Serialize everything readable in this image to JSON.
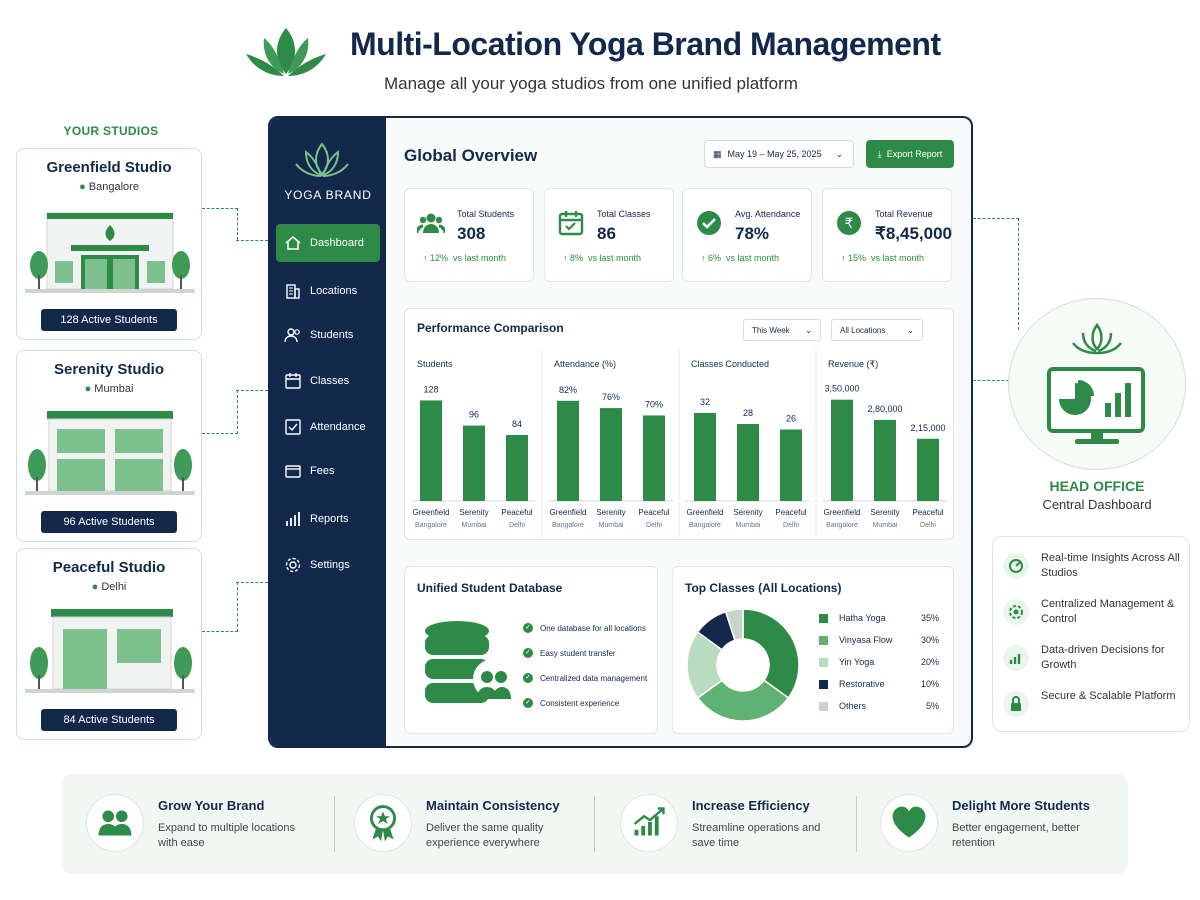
{
  "header": {
    "title": "Multi-Location Yoga Brand Management",
    "subtitle": "Manage all your yoga studios from one unified platform"
  },
  "studios": {
    "label": "YOUR STUDIOS",
    "items": [
      {
        "name": "Greenfield Studio",
        "city": "Bangalore",
        "badge": "128 Active Students"
      },
      {
        "name": "Serenity Studio",
        "city": "Mumbai",
        "badge": "96 Active Students"
      },
      {
        "name": "Peaceful Studio",
        "city": "Delhi",
        "badge": "84 Active Students"
      }
    ]
  },
  "sidebar": {
    "brand": "YOGA BRAND",
    "items": [
      {
        "label": "Dashboard",
        "icon": "home-icon",
        "active": true
      },
      {
        "label": "Locations",
        "icon": "building-icon"
      },
      {
        "label": "Students",
        "icon": "users-icon"
      },
      {
        "label": "Classes",
        "icon": "calendar-icon"
      },
      {
        "label": "Attendance",
        "icon": "check-square-icon"
      },
      {
        "label": "Fees",
        "icon": "wallet-icon"
      },
      {
        "label": "Reports",
        "icon": "bar-chart-icon"
      },
      {
        "label": "Settings",
        "icon": "gear-icon"
      }
    ]
  },
  "overview": {
    "title": "Global Overview",
    "date_range": "May 19 – May 25, 2025",
    "export_label": "Export Report"
  },
  "kpis": [
    {
      "label": "Total Students",
      "value": "308",
      "change": "12%",
      "suffix": "vs last month",
      "icon": "users-icon"
    },
    {
      "label": "Total Classes",
      "value": "86",
      "change": "8%",
      "suffix": "vs last month",
      "icon": "calendar-icon"
    },
    {
      "label": "Avg. Attendance",
      "value": "78%",
      "change": "6%",
      "suffix": "vs last month",
      "icon": "check-circle-icon"
    },
    {
      "label": "Total Revenue",
      "value": "₹8,45,000",
      "change": "15%",
      "suffix": "vs last month",
      "icon": "rupee-icon"
    }
  ],
  "performance": {
    "title": "Performance Comparison",
    "period": "This Week",
    "location_filter": "All Locations"
  },
  "chart_data": [
    {
      "type": "bar",
      "title": "Students",
      "categories": [
        "Greenfield",
        "Serenity",
        "Peaceful"
      ],
      "sublabels": [
        "Bangalore",
        "Mumbai",
        "Delhi"
      ],
      "values": [
        128,
        96,
        84
      ],
      "labels": [
        "128",
        "96",
        "84"
      ],
      "ylim": [
        0,
        140
      ]
    },
    {
      "type": "bar",
      "title": "Attendance (%)",
      "categories": [
        "Greenfield",
        "Serenity",
        "Peaceful"
      ],
      "sublabels": [
        "Bangalore",
        "Mumbai",
        "Delhi"
      ],
      "values": [
        82,
        76,
        70
      ],
      "labels": [
        "82%",
        "76%",
        "70%"
      ],
      "ylim": [
        0,
        90
      ]
    },
    {
      "type": "bar",
      "title": "Classes Conducted",
      "categories": [
        "Greenfield",
        "Serenity",
        "Peaceful"
      ],
      "sublabels": [
        "Bangalore",
        "Mumbai",
        "Delhi"
      ],
      "values": [
        32,
        28,
        26
      ],
      "labels": [
        "32",
        "28",
        "26"
      ],
      "ylim": [
        0,
        40
      ]
    },
    {
      "type": "bar",
      "title": "Revenue (₹)",
      "categories": [
        "Greenfield",
        "Serenity",
        "Peaceful"
      ],
      "sublabels": [
        "Bangalore",
        "Mumbai",
        "Delhi"
      ],
      "values": [
        350000,
        280000,
        215000
      ],
      "labels": [
        "3,50,000",
        "2,80,000",
        "2,15,000"
      ],
      "ylim": [
        0,
        380000
      ]
    },
    {
      "type": "pie",
      "title": "Top Classes (All Locations)",
      "categories": [
        "Hatha Yoga",
        "Vinyasa Flow",
        "Yin Yoga",
        "Restorative",
        "Others"
      ],
      "values": [
        35,
        30,
        20,
        10,
        5
      ],
      "labels": [
        "35%",
        "30%",
        "20%",
        "10%",
        "5%"
      ],
      "colors": [
        "#2e8b47",
        "#5fb272",
        "#b9dcc0",
        "#13294b",
        "#c8d3cc"
      ]
    }
  ],
  "database": {
    "title": "Unified Student Database",
    "points": [
      "One database for all locations",
      "Easy student transfer",
      "Centralized data management",
      "Consistent experience"
    ]
  },
  "head_office": {
    "title": "HEAD OFFICE",
    "subtitle": "Central Dashboard",
    "features": [
      "Real-time Insights Across All Studios",
      "Centralized Management & Control",
      "Data-driven Decisions for Growth",
      "Secure & Scalable Platform"
    ]
  },
  "benefits": [
    {
      "title": "Grow Your Brand",
      "desc": "Expand to multiple locations with ease",
      "icon": "users-icon"
    },
    {
      "title": "Maintain Consistency",
      "desc": "Deliver the same quality experience everywhere",
      "icon": "award-icon"
    },
    {
      "title": "Increase Efficiency",
      "desc": "Streamline operations and save time",
      "icon": "growth-chart-icon"
    },
    {
      "title": "Delight More Students",
      "desc": "Better engagement, better retention",
      "icon": "heart-icon"
    }
  ],
  "colors": {
    "brand_green": "#2e8b47",
    "navy": "#13294b"
  }
}
